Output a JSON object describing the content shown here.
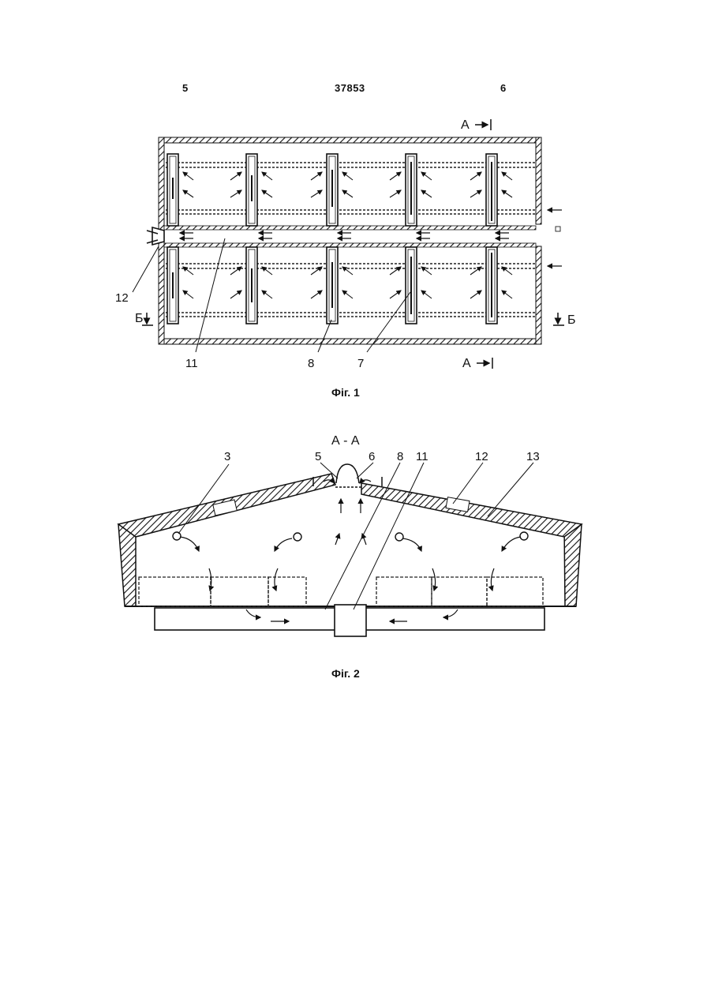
{
  "header": {
    "page_left": "5",
    "patent_number": "37853",
    "page_right": "6"
  },
  "figure1": {
    "caption": "Фіг. 1",
    "section_marks": {
      "a_top": "А",
      "a_bottom": "А",
      "b_left": "Б",
      "b_right": "Б"
    },
    "labels": {
      "n12": "12",
      "n11": "11",
      "n8": "8",
      "n7": "7"
    }
  },
  "figure2": {
    "caption": "Фіг. 2",
    "section_title": "А - А",
    "labels": {
      "n3": "3",
      "n5": "5",
      "n6": "6",
      "n8": "8",
      "n11": "11",
      "n12": "12",
      "n13": "13"
    }
  }
}
